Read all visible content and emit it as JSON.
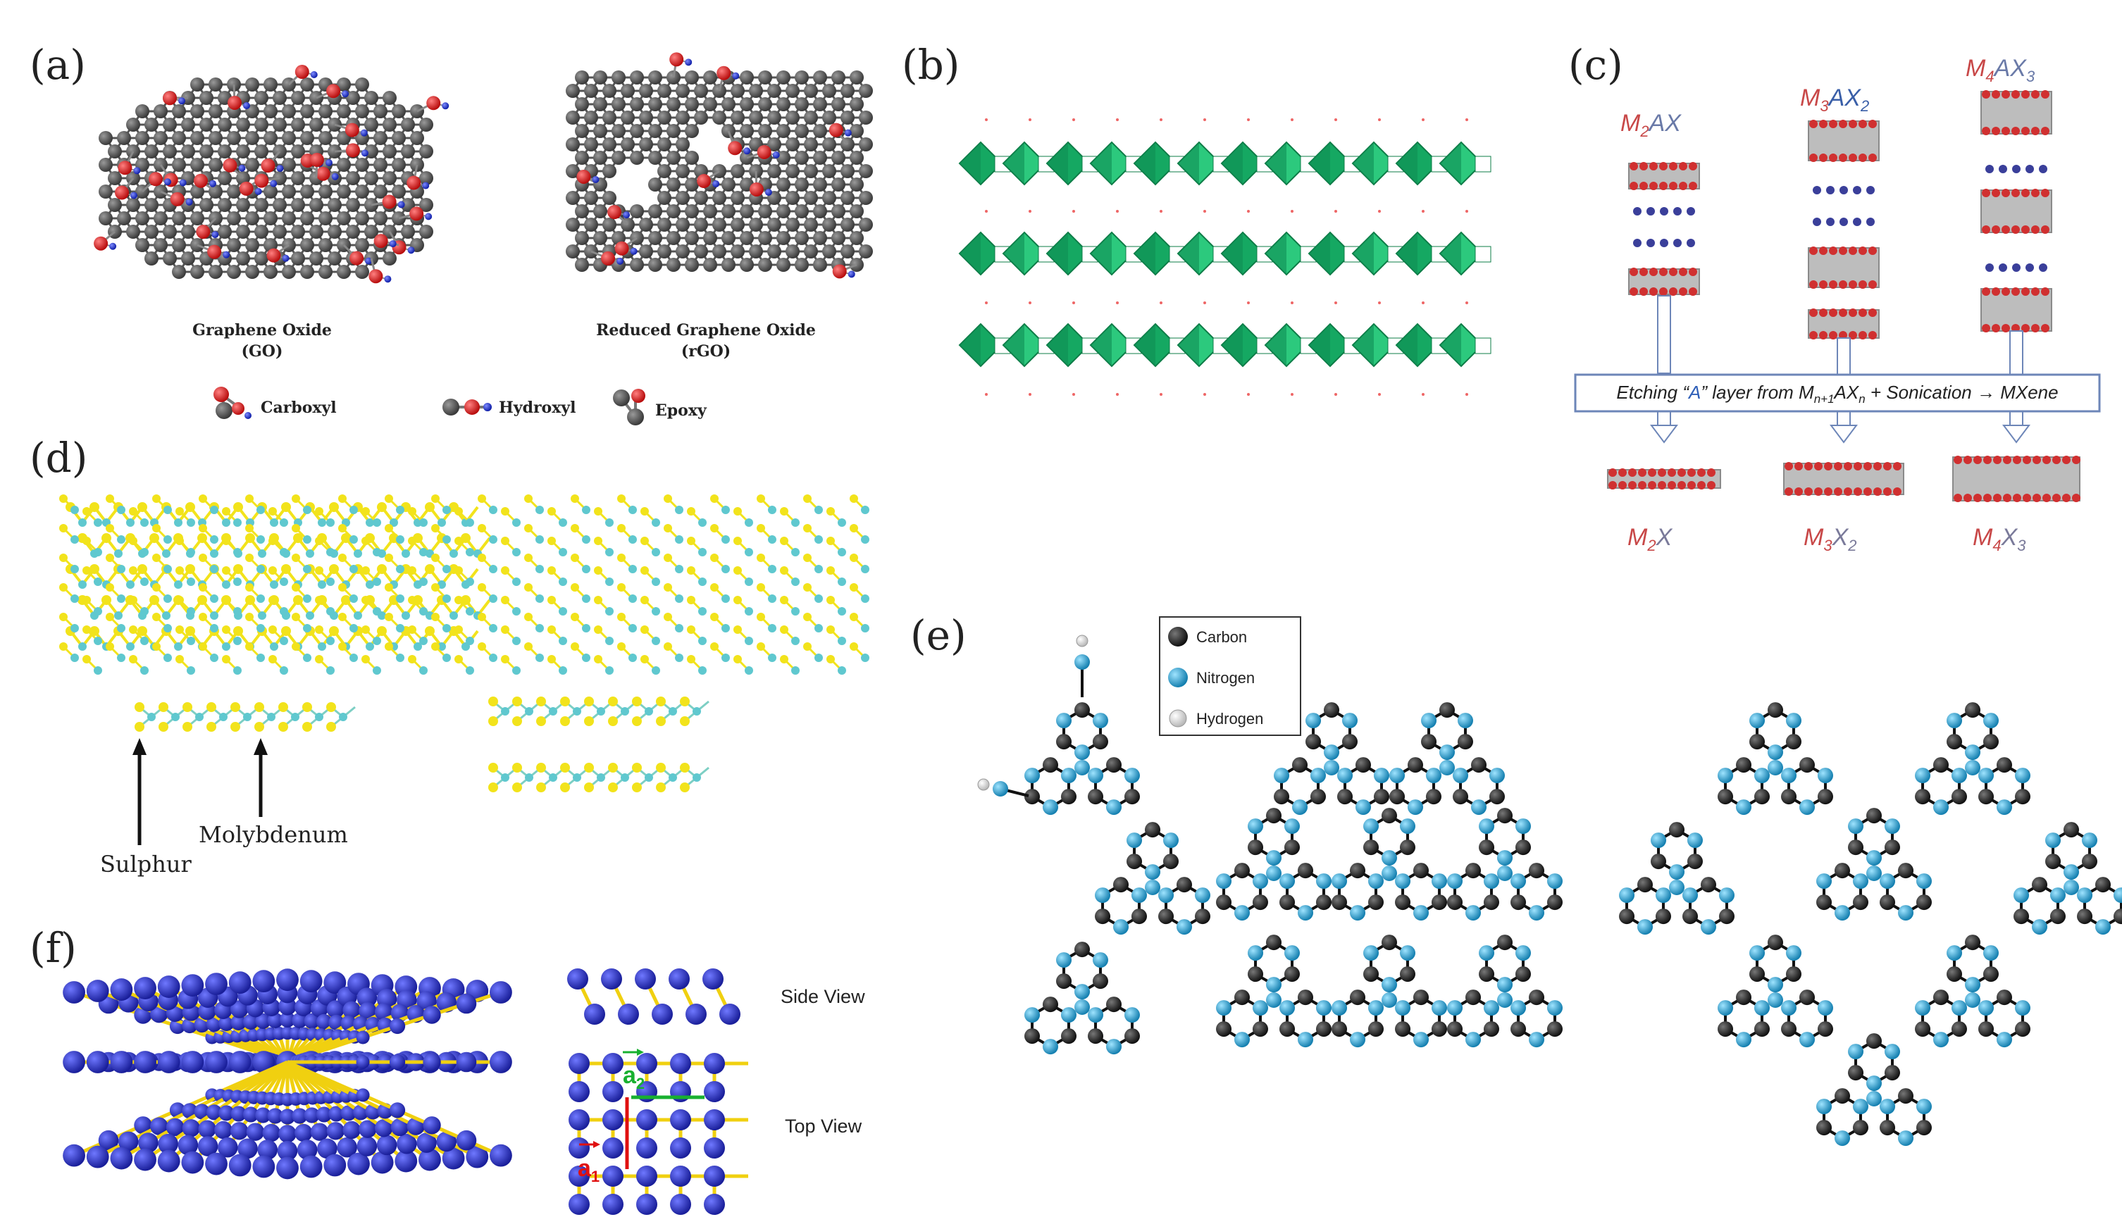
{
  "panels": {
    "a": {
      "label": "(a)",
      "go_title": "Graphene Oxide",
      "go_abbr": "(GO)",
      "rgo_title": "Reduced Graphene Oxide",
      "rgo_abbr": "(rGO)",
      "legend": [
        "Carboxyl",
        "Hydroxyl",
        "Epoxy"
      ]
    },
    "b": {
      "label": "(b)"
    },
    "c": {
      "label": "(c)",
      "top_labels": [
        "M2AX",
        "M3AX2",
        "M4AX3"
      ],
      "banner": "Etching “A” layer from Mn+1AXn + Sonication → MXene",
      "bottom_labels": [
        "M2X",
        "M3X2",
        "M4X3"
      ]
    },
    "d": {
      "label": "(d)",
      "sulphur": "Sulphur",
      "molybdenum": "Molybdenum"
    },
    "e": {
      "label": "(e)",
      "legend": [
        "Carbon",
        "Nitrogen",
        "Hydrogen"
      ]
    },
    "f": {
      "label": "(f)",
      "side_view": "Side View",
      "top_view": "Top View",
      "a1": "a1",
      "a2": "a2"
    }
  },
  "colors": {
    "carbon_gray": "#4a4a4a",
    "oxygen_red": "#d42020",
    "hydrogen_blue": "#1a2fd0",
    "octahedra_green": "#19b36b",
    "mxene_red": "#d03a3a",
    "mxene_blue": "#3a3f9a",
    "sulphur_yellow": "#f2e31b",
    "moly_cyan": "#5fc8cf",
    "nitrogen_cyan": "#1f9fd1",
    "phosphorus_blue": "#2a2fc0",
    "bond_yellow": "#f0d010"
  }
}
